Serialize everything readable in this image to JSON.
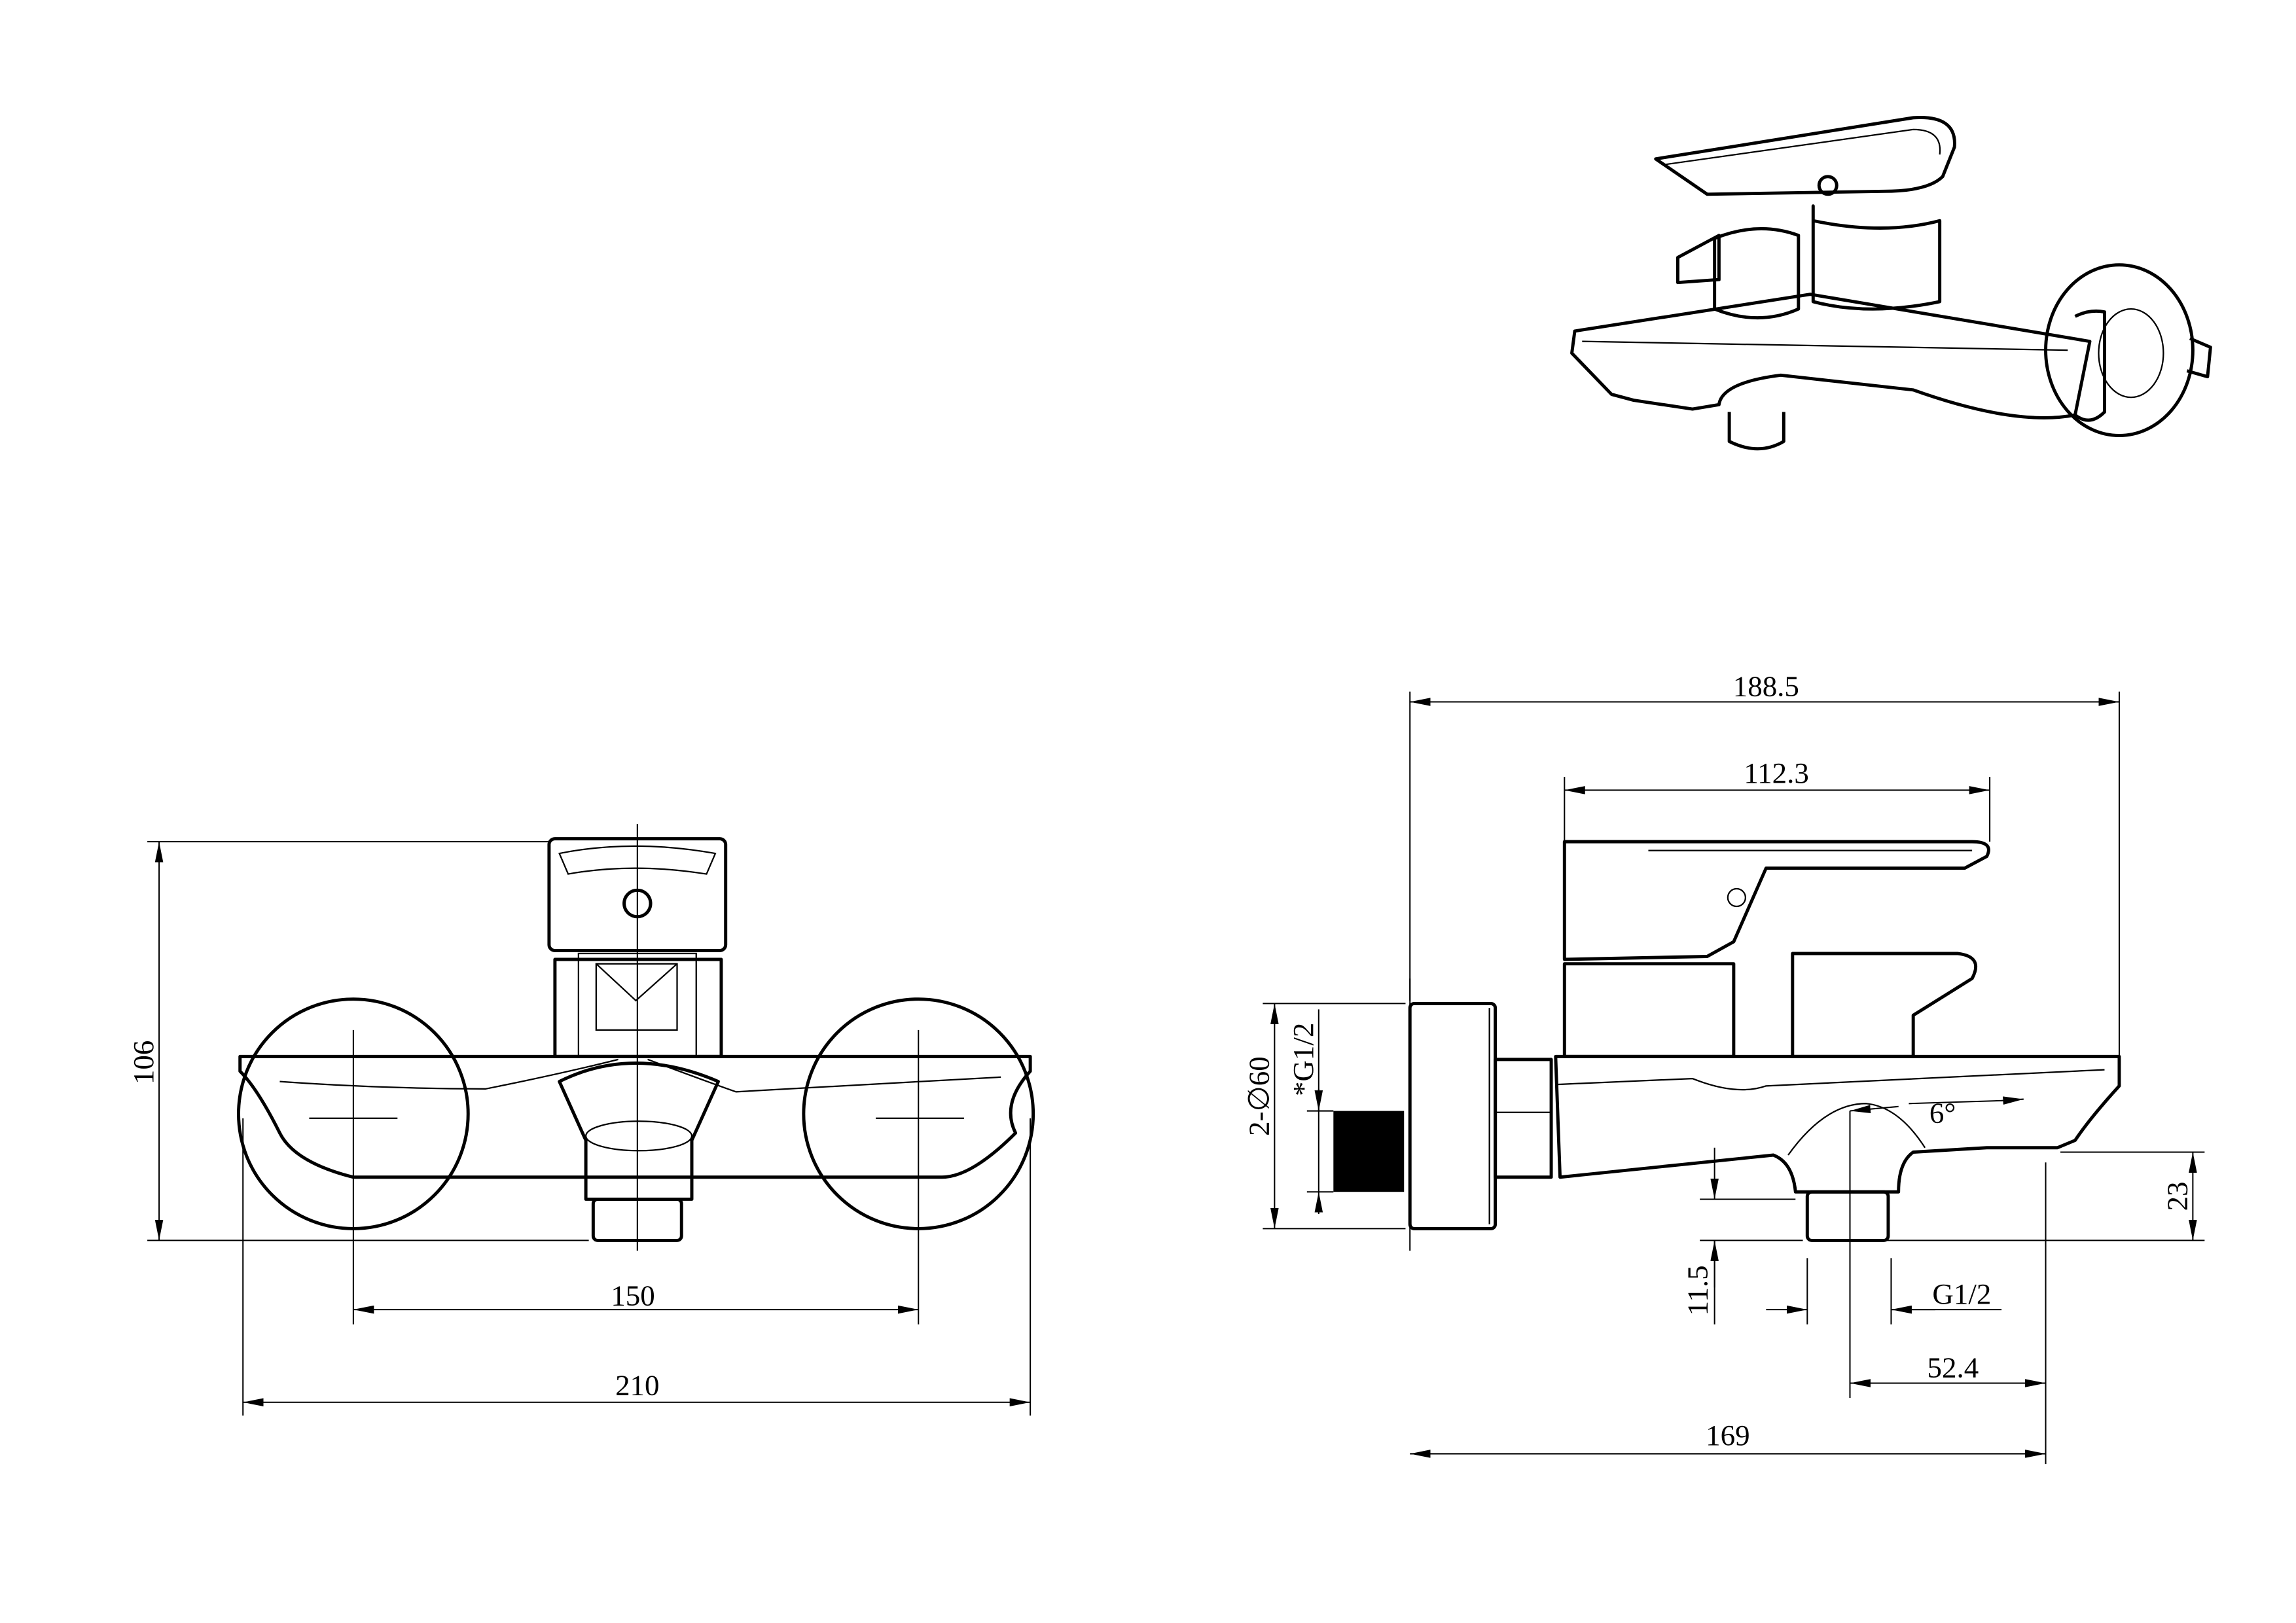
{
  "drawing": {
    "front_view": {
      "height_label": "106",
      "center_distance_label": "150",
      "overall_width_label": "210"
    },
    "side_view": {
      "overall_depth_label": "188.5",
      "lever_length_label": "112.3",
      "flange_diameter_label": "2-∅60",
      "inlet_thread_label": "*G1/2",
      "spout_angle_label": "6°",
      "spout_height_label": "23",
      "outlet_offset_label": "11.5",
      "outlet_thread_label": "G1/2",
      "outlet_to_spout_label": "52.4",
      "wall_to_spout_label": "169"
    }
  },
  "colors": {
    "line": "#000000",
    "background": "#ffffff"
  }
}
